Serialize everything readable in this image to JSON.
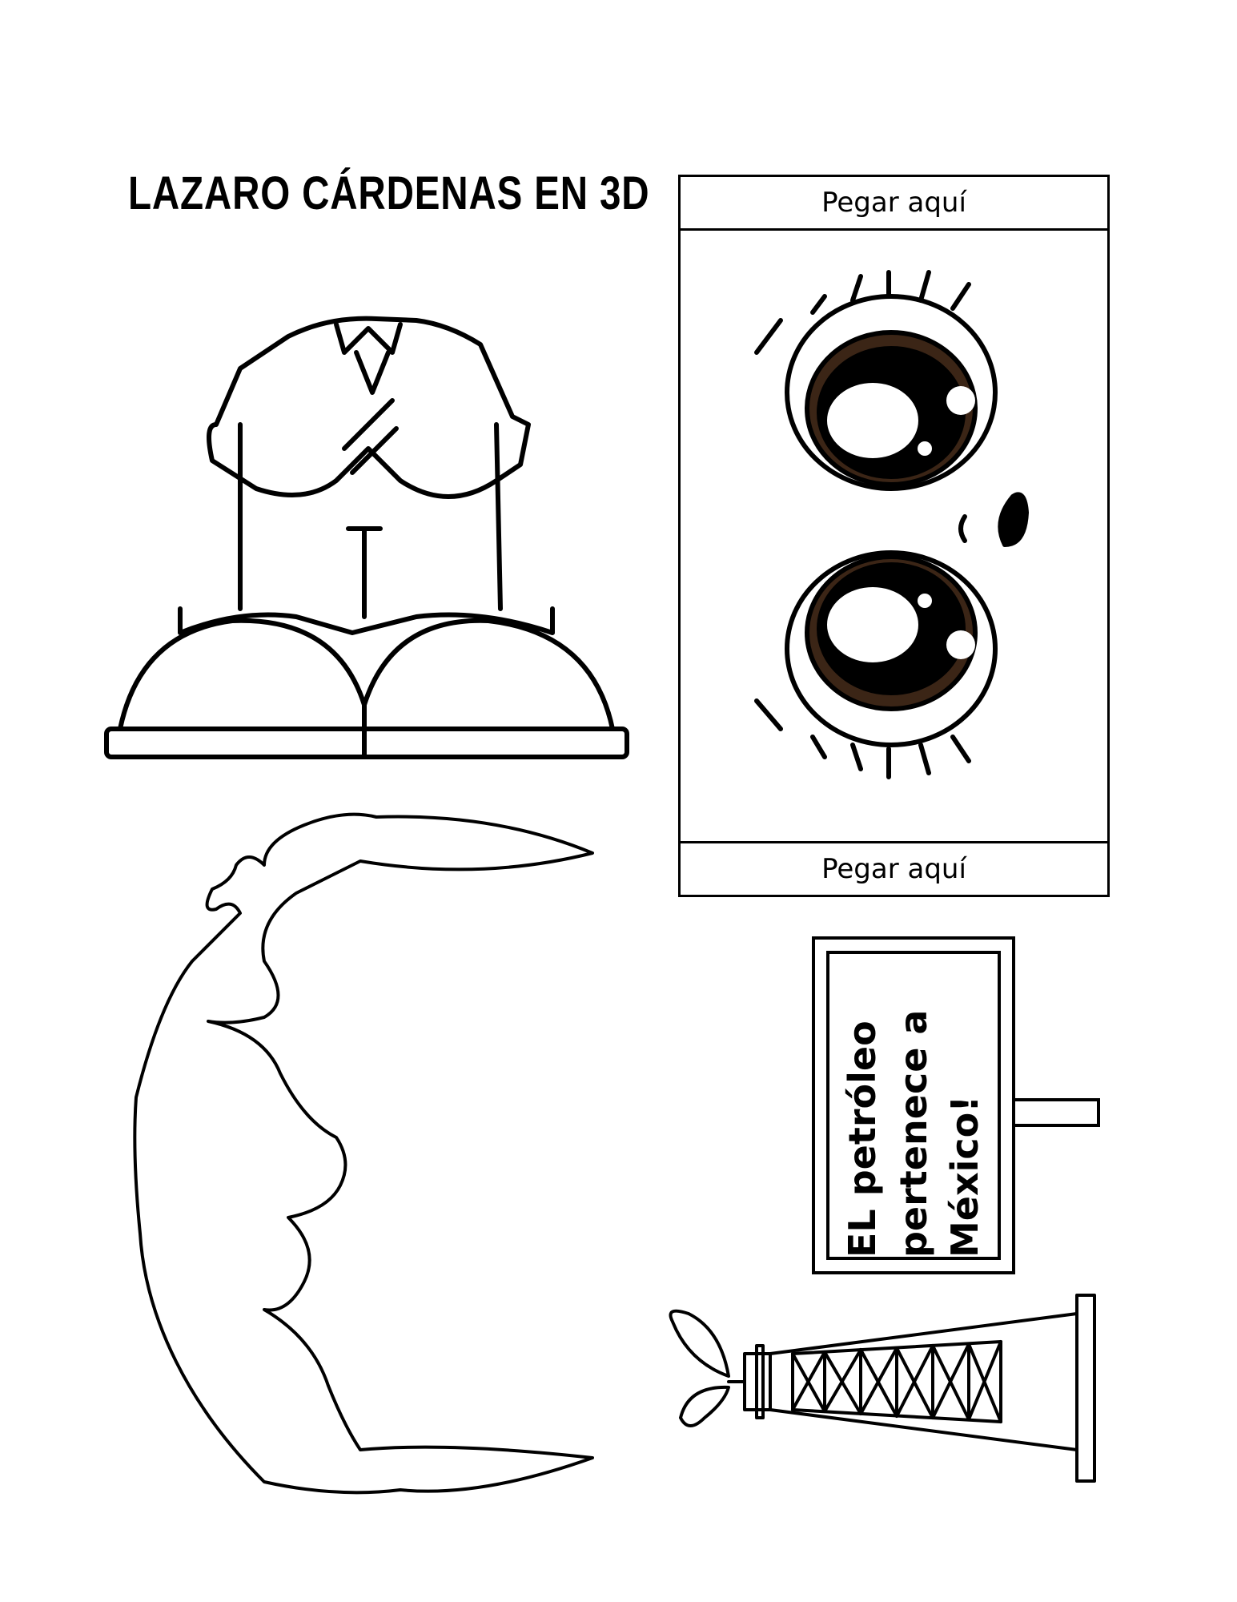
{
  "title": "LAZARO CÁRDENAS EN 3D",
  "paste_panel": {
    "top_label": "Pegar aquí",
    "bottom_label": "Pegar aquí"
  },
  "sign": {
    "lines": [
      "EL petróleo",
      "pertenece a",
      "México!"
    ]
  }
}
